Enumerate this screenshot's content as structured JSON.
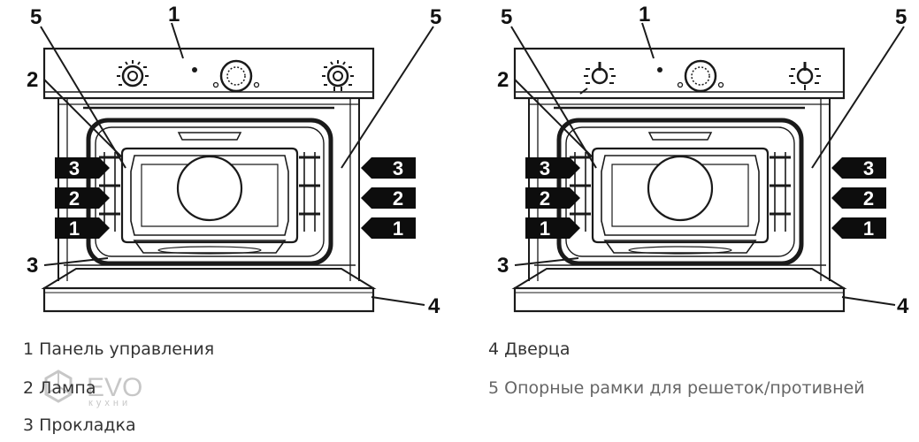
{
  "callouts": {
    "panel": "1",
    "lamp": "2",
    "gasket": "3",
    "door": "4",
    "rack": "5"
  },
  "shelves": [
    "3",
    "2",
    "1"
  ],
  "legend": [
    "1 Панель управления",
    "2 Лампа",
    "3 Прокладка",
    "4 Дверца",
    "5 Опорные рамки для решеток/противней"
  ],
  "watermark": {
    "brand": "EVO",
    "sub": "кухни"
  },
  "colors": {
    "line": "#1a1a1a",
    "label_bg": "#0d0d0d",
    "legend_text": "#333333",
    "legend_text_muted": "#666666",
    "watermark": "#b5b5b5"
  }
}
